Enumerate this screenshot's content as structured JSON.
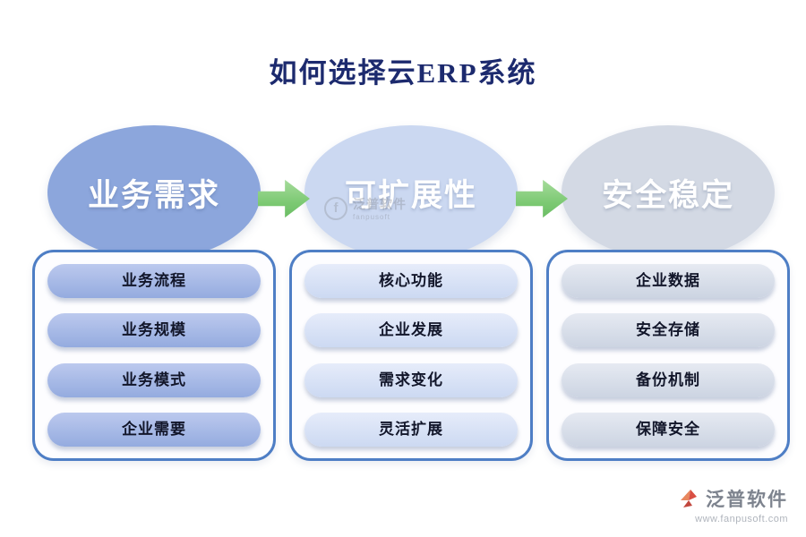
{
  "title": "如何选择云ERP系统",
  "columns": [
    {
      "header": "业务需求",
      "circle_color": "#8ca6dc",
      "pill_color": "#94abdf",
      "border_color": "#4e7ec5",
      "items": [
        "业务流程",
        "业务规模",
        "业务模式",
        "企业需要"
      ]
    },
    {
      "header": "可扩展性",
      "circle_color": "#cbd8f1",
      "pill_color": "#ccd9f2",
      "border_color": "#4e7ec5",
      "items": [
        "核心功能",
        "企业发展",
        "需求变化",
        "灵活扩展"
      ]
    },
    {
      "header": "安全稳定",
      "circle_color": "#d3d9e4",
      "pill_color": "#ccd4e2",
      "border_color": "#4e7ec5",
      "items": [
        "企业数据",
        "安全存储",
        "备份机制",
        "保障安全"
      ]
    }
  ],
  "arrow_color": "#7cc973",
  "title_color": "#1c2a6e",
  "watermark": {
    "initial": "f",
    "text": "泛普软件",
    "sub": "fanpusoft"
  },
  "footer": {
    "brand": "泛普软件",
    "url": "www.fanpusoft.com"
  }
}
